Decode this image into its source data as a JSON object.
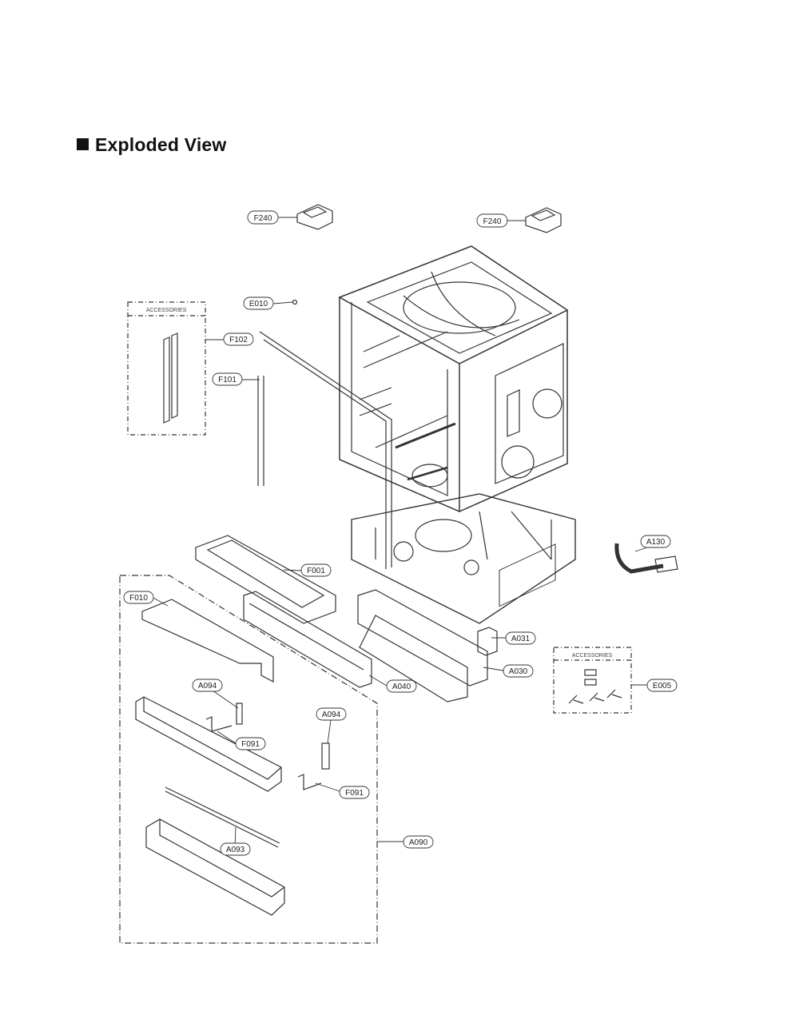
{
  "title": "Exploded View",
  "accessory_label": "ACCESSORIES",
  "parts": {
    "F240_a": "F240",
    "F240_b": "F240",
    "E010": "E010",
    "F102": "F102",
    "F101": "F101",
    "F001": "F001",
    "F010": "F010",
    "A040": "A040",
    "A031": "A031",
    "A030": "A030",
    "A130": "A130",
    "E005": "E005",
    "A094_a": "A094",
    "A094_b": "A094",
    "F091_a": "F091",
    "F091_b": "F091",
    "A093": "A093",
    "A090": "A090"
  }
}
